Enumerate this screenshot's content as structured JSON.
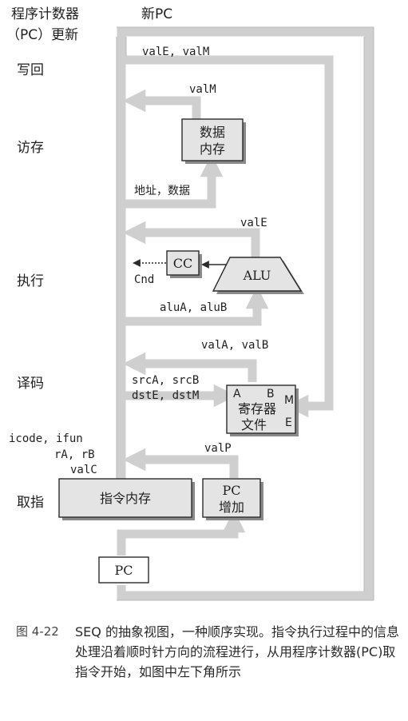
{
  "stages": {
    "pc_update": [
      "程序计数器",
      "（PC）更新"
    ],
    "writeback": "写回",
    "memory": "访存",
    "execute": "执行",
    "decode": "译码",
    "fetch": "取指"
  },
  "new_pc": "新PC",
  "signals": {
    "vale_valm": "valE, valM",
    "valm": "valM",
    "addr_data": "地址，数据",
    "vale": "valE",
    "cnd": "Cnd",
    "alua_alub": "aluA, aluB",
    "vala_valb": "valA, valB",
    "srca_srcb": "srcA, srcB",
    "dste_dstm": "dstE, dstM",
    "icode_ifun": "icode, ifun",
    "ra_rb": "rA, rB",
    "valc": "valC",
    "valp": "valP"
  },
  "boxes": {
    "data_memory": [
      "数据",
      "内存"
    ],
    "cc": "CC",
    "alu": "ALU",
    "register_file": [
      "寄存器",
      "文件"
    ],
    "reg_ports": {
      "a": "A",
      "b": "B",
      "m": "M",
      "e": "E"
    },
    "instruction_memory": "指令内存",
    "pc_increment": [
      "PC",
      "增加"
    ],
    "pc": "PC"
  },
  "caption": {
    "number": "图 4-22",
    "text": "SEQ 的抽象视图，一种顺序实现。指令执行过程中的信息处理沿着顺时针方向的流程进行，从用程序计数器(PC)取指令开始，如图中左下角所示"
  },
  "colors": {
    "path": "#cfcfcf",
    "path_edge": "#b5b5b5",
    "box_fill": "#e4e4e4",
    "box_shadow": "#8a8a8a",
    "stroke": "#2b2b2b"
  }
}
